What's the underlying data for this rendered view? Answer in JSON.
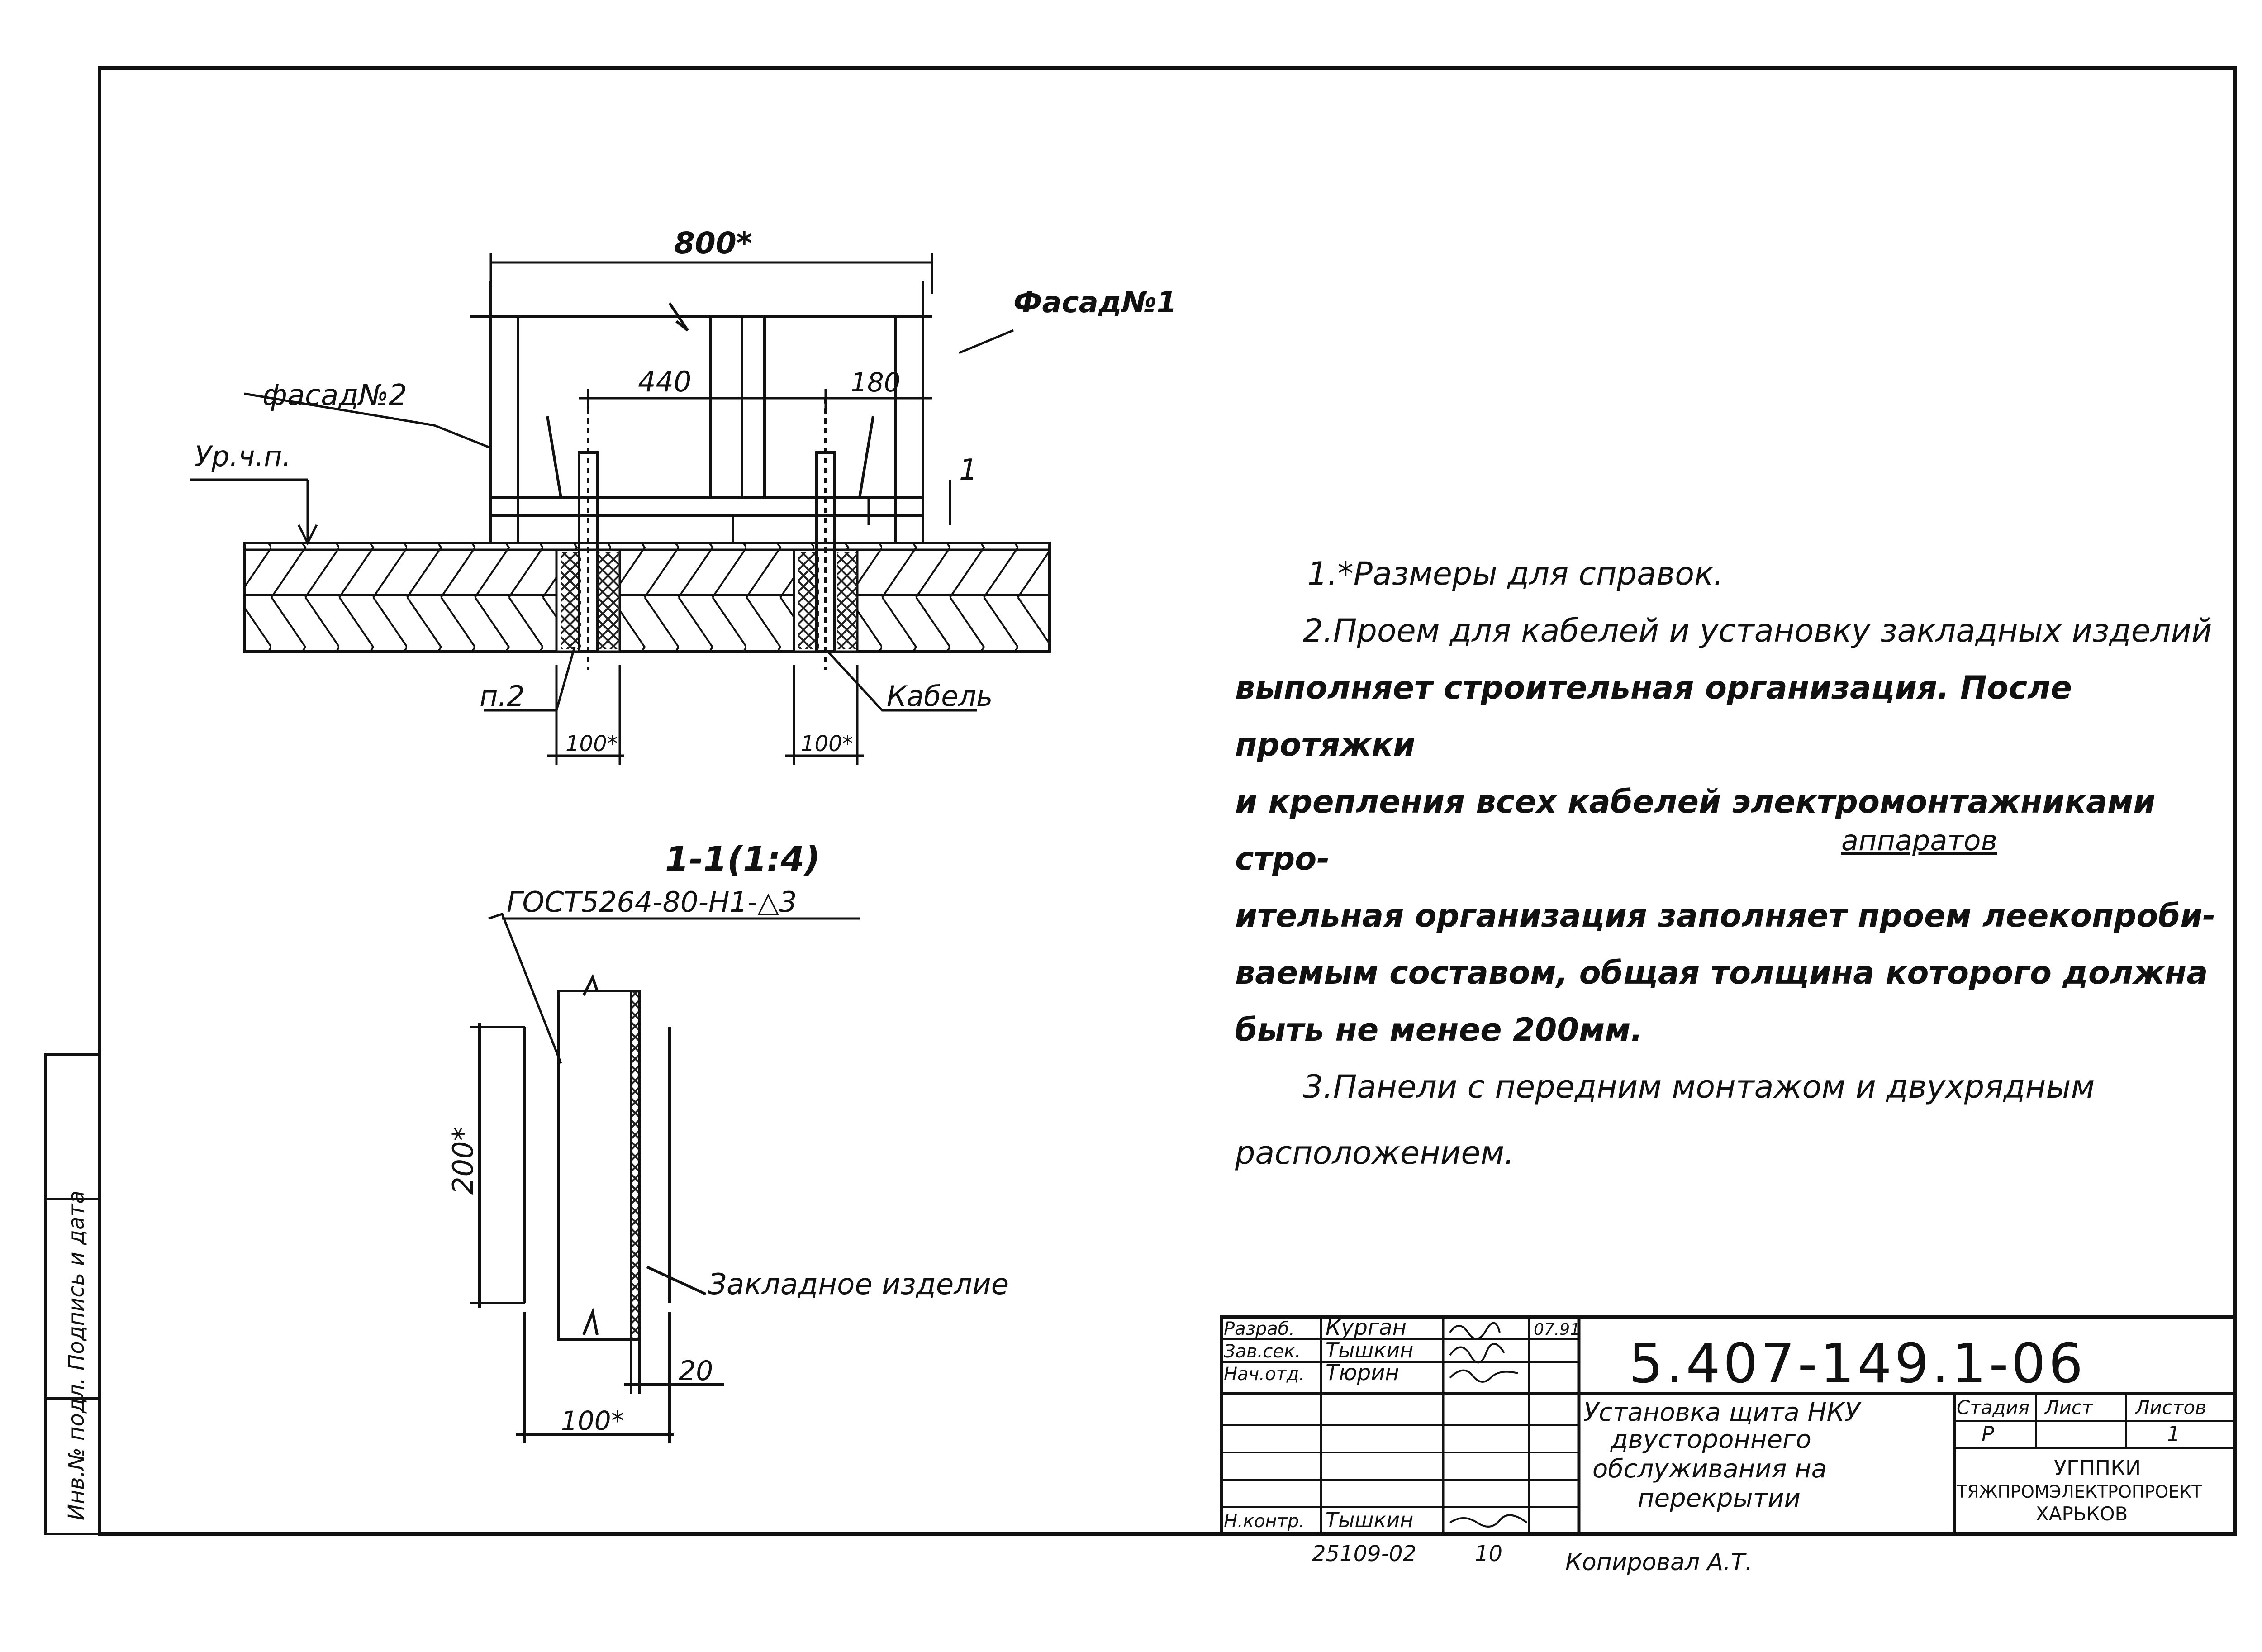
{
  "labels": {
    "dim_800": "800*",
    "dim_440": "440",
    "dim_180": "180",
    "facade_1": "Фасад№1",
    "facade_2": "фасад№2",
    "floor_level": "Ур.ч.п.",
    "section_mark": "1",
    "p2": "п.2",
    "cable": "Кабель",
    "dim_100_left": "100*",
    "dim_100_right": "100*",
    "section_title": "1-1(1:4)",
    "weld_spec": "ГОСТ5264-80-Н1-△3",
    "dim_200": "200*",
    "embed_part": "Закладное изделие",
    "dim_20": "20",
    "dim_100_bottom": "100*",
    "left_strip": "Инв.№ подл. Подпись и дата"
  },
  "notes": {
    "n1": "1.*Размеры для справок.",
    "n2_a": "2.Проем для кабелей и установку закладных изделий",
    "n2_b": "выполняет строительная организация. После протяжки",
    "n2_c": "и крепления всех кабелей электромонтажниками стро-",
    "n2_d": "ительная организация заполняет проем леекопроби-",
    "n2_e": "ваемым составом, общая толщина которого должна",
    "n2_f": "быть не менее 200мм.",
    "n3_insert": "аппаратов",
    "n3_a": "3.Панели с передним монтажом и двухрядным",
    "n3_b": "расположением."
  },
  "title_block": {
    "roles": [
      "Разраб.",
      "Зав.сек.",
      "Нач.отд.",
      "Н.контр."
    ],
    "names": [
      "Курган",
      "Тышкин",
      "Тюрин",
      "Тышкин"
    ],
    "date": "07.91",
    "doc_number": "5.407-149.1-06",
    "title": [
      "Установка щита НКУ",
      "двустороннего",
      "обслуживания на",
      "перекрытии"
    ],
    "stage_label": "Стадия",
    "sheet_label": "Лист",
    "sheets_label": "Листов",
    "stage": "Р",
    "sheets": "1",
    "org": [
      "УГППКИ",
      "ТЯЖПРОМЭЛЕКТРОПРОЕКТ",
      "ХАРЬКОВ"
    ]
  },
  "footer": {
    "inventory": "25109-02",
    "sheet_num": "10",
    "copied": "Копировал А.Т."
  },
  "colors": {
    "ink": "#111111",
    "paper": "#ffffff",
    "insulation": "#444444"
  }
}
